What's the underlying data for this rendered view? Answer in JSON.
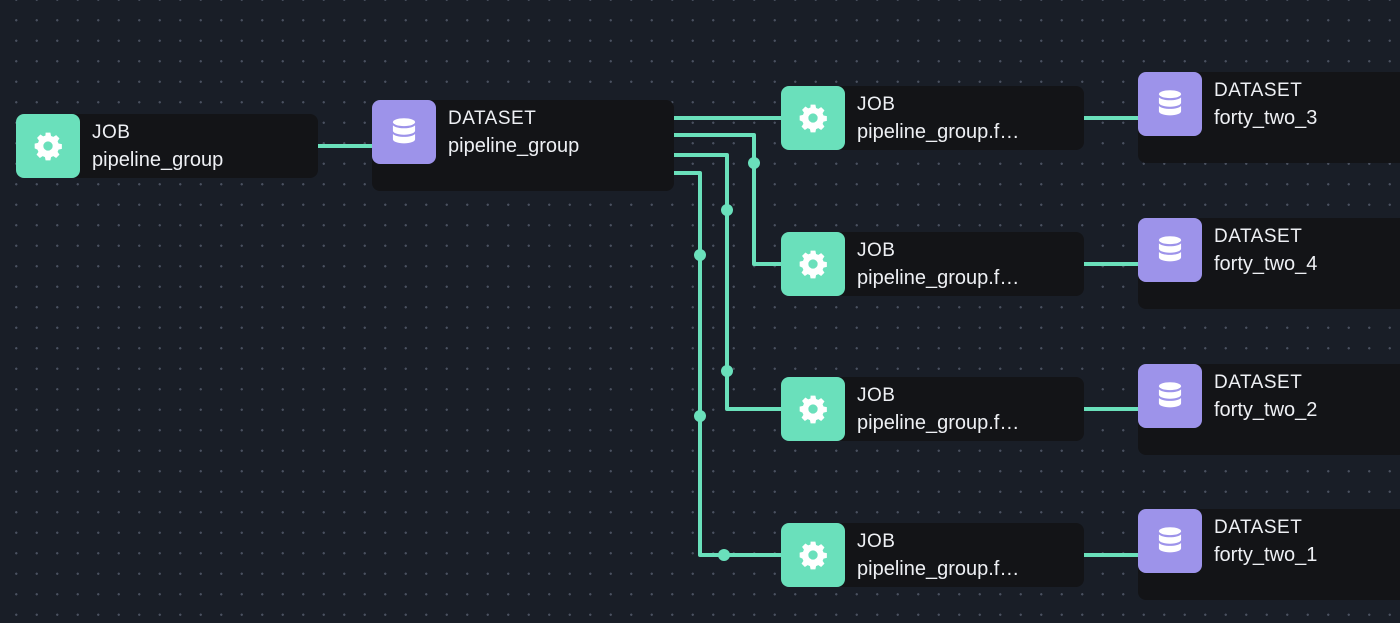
{
  "graph": {
    "edge_color": "#6ae0bb",
    "node_colors": {
      "job": "#6ae0bb",
      "dataset": "#9d93ea",
      "panel": "#131417"
    },
    "nodes": [
      {
        "kind": "JOB",
        "label": "pipeline_group",
        "icon": "gear-icon"
      },
      {
        "kind": "DATASET",
        "label": "pipeline_group",
        "icon": "database-icon"
      },
      {
        "kind": "JOB",
        "label": "pipeline_group.f…",
        "icon": "gear-icon"
      },
      {
        "kind": "JOB",
        "label": "pipeline_group.f…",
        "icon": "gear-icon"
      },
      {
        "kind": "JOB",
        "label": "pipeline_group.f…",
        "icon": "gear-icon"
      },
      {
        "kind": "JOB",
        "label": "pipeline_group.f…",
        "icon": "gear-icon"
      },
      {
        "kind": "DATASET",
        "label": "forty_two_3",
        "icon": "database-icon"
      },
      {
        "kind": "DATASET",
        "label": "forty_two_4",
        "icon": "database-icon"
      },
      {
        "kind": "DATASET",
        "label": "forty_two_2",
        "icon": "database-icon"
      },
      {
        "kind": "DATASET",
        "label": "forty_two_1",
        "icon": "database-icon"
      }
    ]
  }
}
